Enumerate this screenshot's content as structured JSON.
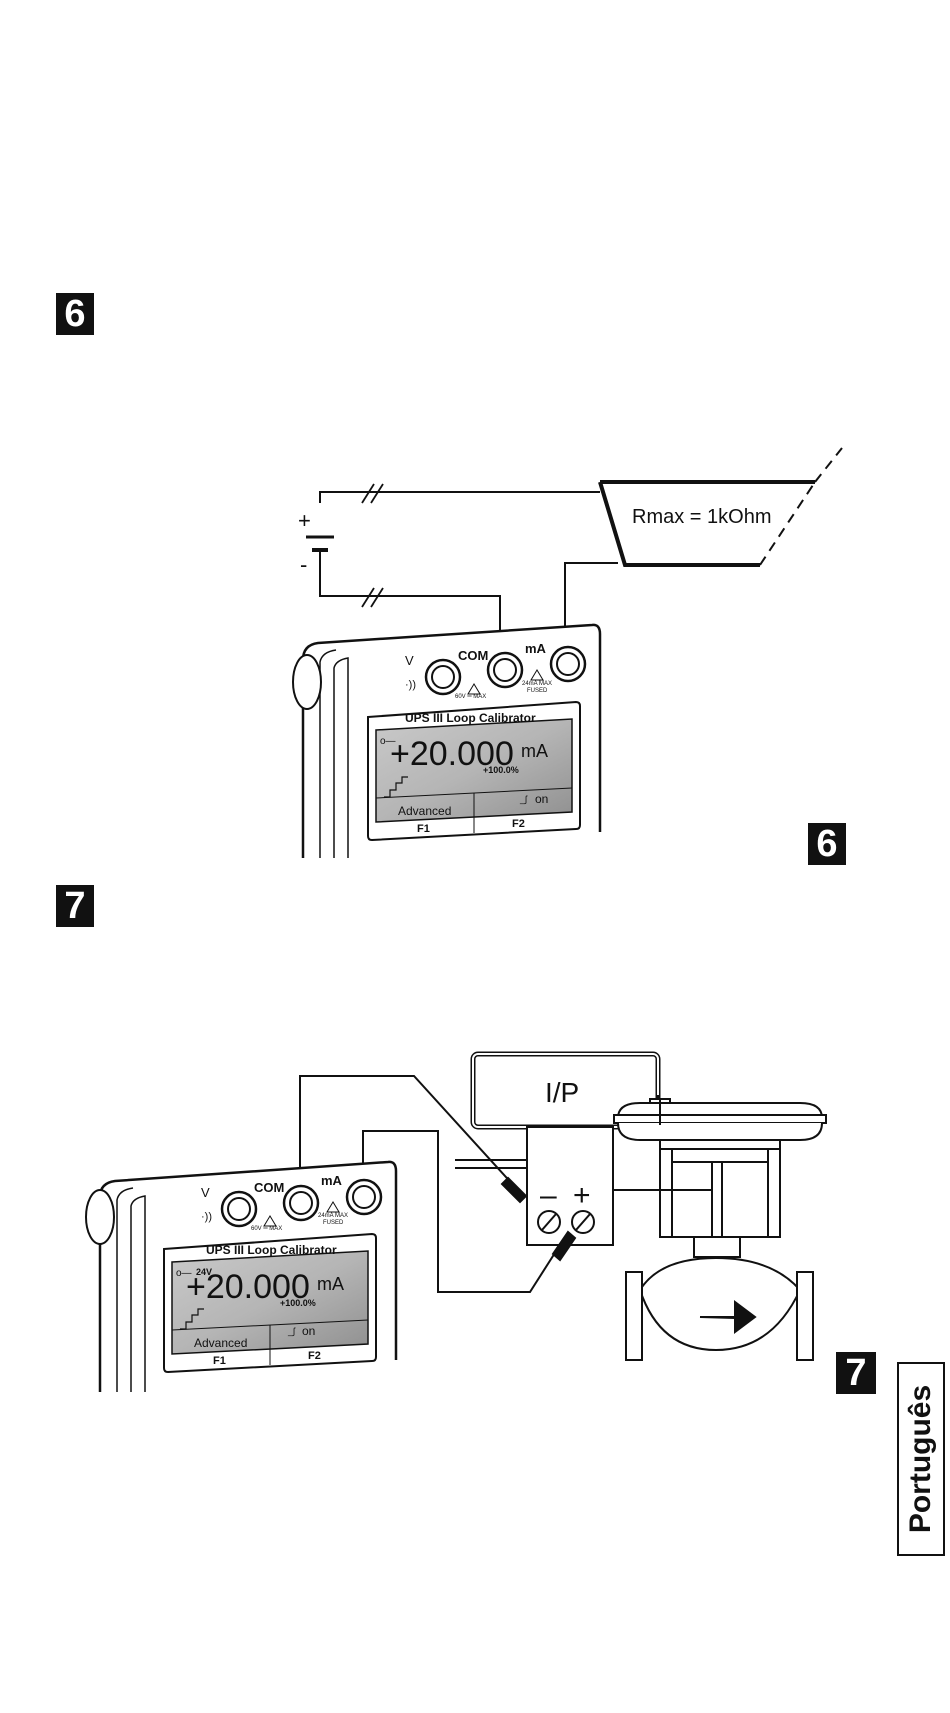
{
  "steps": {
    "step6": "6",
    "step7": "7"
  },
  "language_tab": "Português",
  "figure6": {
    "battery_plus": "+",
    "battery_minus": "-",
    "load_label": "Rmax = 1kOhm"
  },
  "figure7": {
    "converter_label": "I/P",
    "terminal_minus": "–",
    "terminal_plus": "+"
  },
  "calibrator": {
    "jack_v": "V",
    "jack_com": "COM",
    "jack_ma": "mA",
    "rating_v": "60V ═ MAX",
    "rating_ma": "24mA MAX",
    "fused": "FUSED",
    "model": "UPS III  Loop Calibrator",
    "reading": "+20.000",
    "unit": "mA",
    "percent": "+100.0%",
    "f1_label": "Advanced",
    "f2_label": "on",
    "f1_key": "F1",
    "f2_key": "F2",
    "loop_power": "24V"
  }
}
